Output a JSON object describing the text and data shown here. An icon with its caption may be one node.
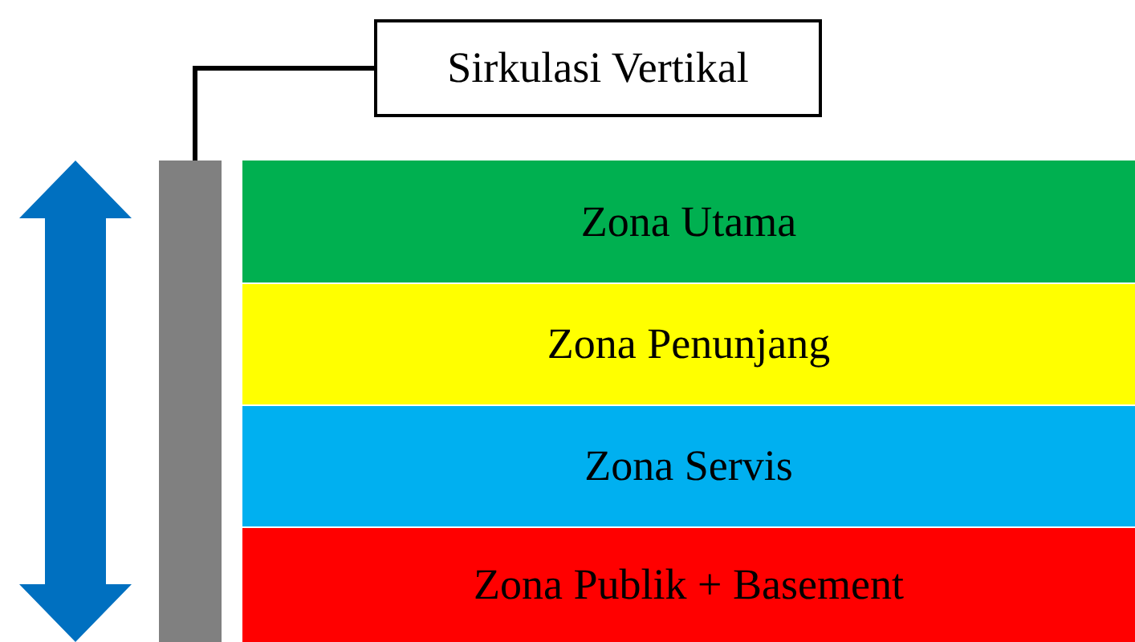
{
  "diagram": {
    "nodes": [
      {
        "text": [
          "Sirkulasi Vertikal"
        ]
      },
      {
        "text": [],
        "shape": "bar"
      },
      {
        "text": [
          "Zona Utama"
        ]
      },
      {
        "text": [
          "Zona Penunjang"
        ]
      },
      {
        "text": [
          "Zona Servis"
        ]
      },
      {
        "text": [
          "Zona Publik + Basement"
        ]
      }
    ],
    "edges": [
      {
        "from": 0,
        "to": 1,
        "arrow": "none"
      }
    ]
  }
}
